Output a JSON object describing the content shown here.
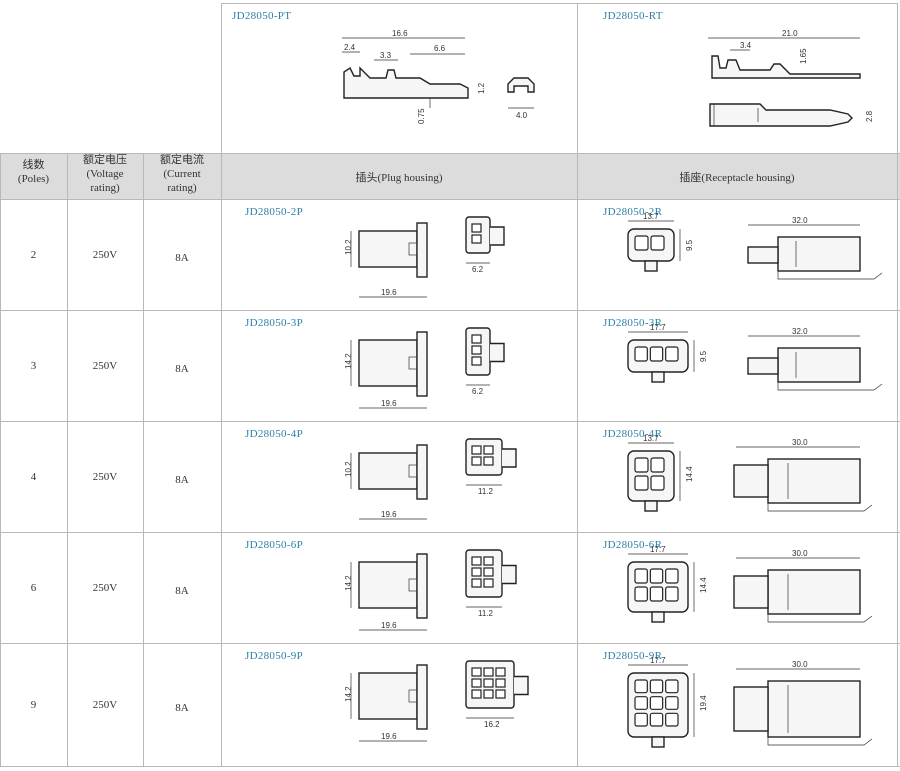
{
  "terminals": [
    {
      "model": "JD28050-PT",
      "dims": [
        "16.6",
        "2.4",
        "3.3",
        "6.6",
        "1.2",
        "0.75",
        "4.0"
      ]
    },
    {
      "model": "JD28050-RT",
      "dims": [
        "21.0",
        "3.4",
        "1.65",
        "2.8"
      ]
    }
  ],
  "header": {
    "poles": {
      "zh": "线数",
      "en": "(Poles)"
    },
    "voltage": {
      "zh": "额定电压",
      "en1": "(Voltage",
      "en2": "rating)"
    },
    "current": {
      "zh": "额定电流",
      "en1": "(Current",
      "en2": "rating)"
    },
    "plug": "插头(Plug housing)",
    "receptacle": "插座(Receptacle housing)"
  },
  "rows": [
    {
      "poles": "2",
      "voltage": "250V",
      "current": "8A",
      "plug_model": "JD28050-2P",
      "plug_h": "10.2",
      "plug_len": "19.6",
      "plug_w": "6.2",
      "rec_model": "JD28050-2R",
      "rec_w": "13.7",
      "rec_h": "9.5",
      "rec_len": "32.0"
    },
    {
      "poles": "3",
      "voltage": "250V",
      "current": "8A",
      "plug_model": "JD28050-3P",
      "plug_h": "14.2",
      "plug_len": "19.6",
      "plug_w": "6.2",
      "rec_model": "JD28050-3R",
      "rec_w": "17.7",
      "rec_h": "9.5",
      "rec_len": "32.0"
    },
    {
      "poles": "4",
      "voltage": "250V",
      "current": "8A",
      "plug_model": "JD28050-4P",
      "plug_h": "10.2",
      "plug_len": "19.6",
      "plug_w": "11.2",
      "rec_model": "JD28050-4R",
      "rec_w": "13.7",
      "rec_h": "14.4",
      "rec_len": "30.0"
    },
    {
      "poles": "6",
      "voltage": "250V",
      "current": "8A",
      "plug_model": "JD28050-6P",
      "plug_h": "14.2",
      "plug_len": "19.6",
      "plug_w": "11.2",
      "rec_model": "JD28050-6R",
      "rec_w": "17.7",
      "rec_h": "14.4",
      "rec_len": "30.0"
    },
    {
      "poles": "9",
      "voltage": "250V",
      "current": "8A",
      "plug_model": "JD28050-9P",
      "plug_h": "14.2",
      "plug_len": "19.6",
      "plug_w": "16.2",
      "rec_model": "JD28050-9R",
      "rec_w": "17.7",
      "rec_h": "19.4",
      "rec_len": "30.0"
    }
  ]
}
